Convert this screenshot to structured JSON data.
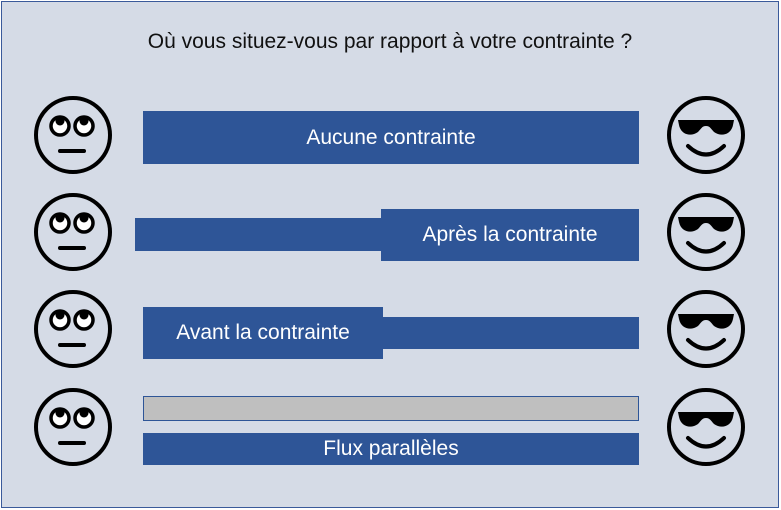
{
  "question": "Où vous situez-vous par rapport à votre contrainte ?",
  "options": [
    {
      "label": "Aucune contrainte"
    },
    {
      "label": "Après la contrainte"
    },
    {
      "label": "Avant la contrainte"
    },
    {
      "label": "Flux parallèles"
    }
  ],
  "icons": {
    "left": "eye-roll-face-icon",
    "right": "sunglasses-face-icon"
  },
  "colors": {
    "background": "#d5dbe6",
    "bar": "#2e5597",
    "bar_gray": "#bfbfbf",
    "text_on_bar": "#ffffff"
  }
}
